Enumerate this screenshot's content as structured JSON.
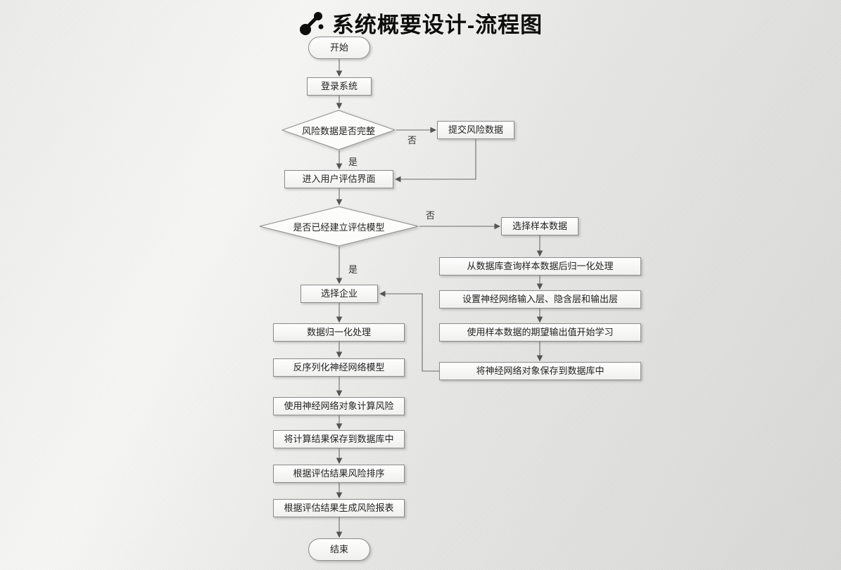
{
  "page": {
    "title": "系统概要设计-流程图"
  },
  "colors": {
    "ink": "#111111",
    "node_border": "#8b8b8b",
    "connector": "#6b6b6b"
  },
  "flowchart": {
    "nodes": {
      "start": "开始",
      "login": "登录系统",
      "risk_complete": "风险数据是否完整",
      "submit_risk": "提交风险数据",
      "enter_eval": "进入用户评估界面",
      "model_exists": "是否已经建立评估模型",
      "select_sample": "选择样本数据",
      "query_sample": "从数据库查询样本数据后归一化处理",
      "setup_network": "设置神经网络输入层、隐含层和输出层",
      "train": "使用样本数据的期望输出值开始学习",
      "save_network": "将神经网络对象保存到数据库中",
      "select_company": "选择企业",
      "normalize": "数据归一化处理",
      "deserialize": "反序列化神经网络模型",
      "compute_risk": "使用神经网络对象计算风险",
      "save_result": "将计算结果保存到数据库中",
      "sort_risk": "根据评估结果风险排序",
      "report": "根据评估结果生成风险报表",
      "end": "结束"
    },
    "edge_labels": {
      "no1": "否",
      "yes1": "是",
      "no2": "否",
      "yes2": "是"
    }
  }
}
